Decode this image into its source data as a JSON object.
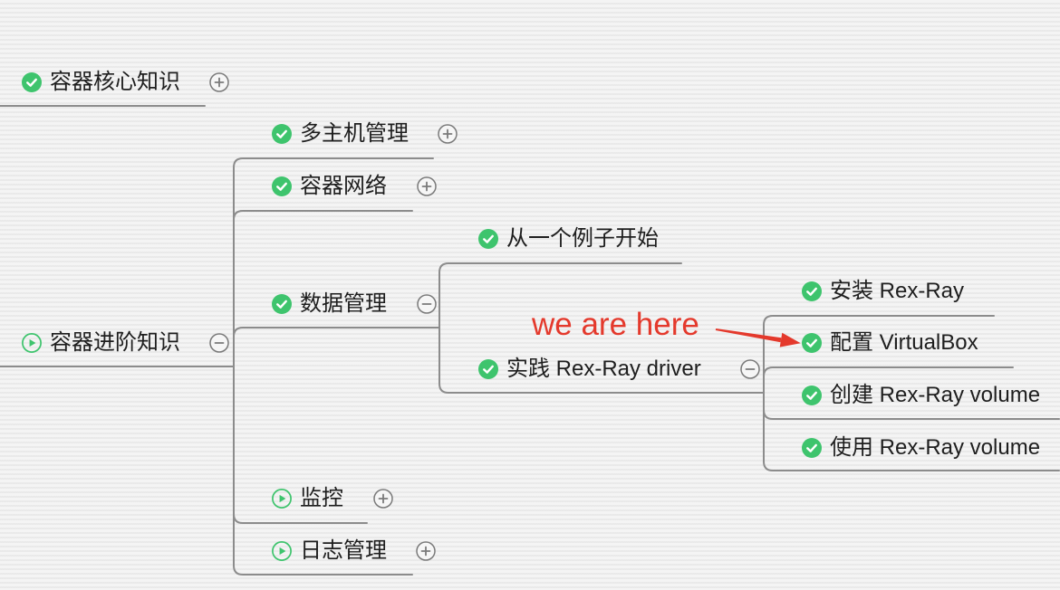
{
  "mindmap": {
    "topics": [
      {
        "label": "容器核心知识",
        "icon": "check-circle-icon",
        "toggle": "plus-circle-icon"
      },
      {
        "label": "容器进阶知识",
        "icon": "play-circle-icon",
        "toggle": "minus-circle-icon",
        "children": [
          {
            "label": "多主机管理",
            "icon": "check-circle-icon",
            "toggle": "plus-circle-icon"
          },
          {
            "label": "容器网络",
            "icon": "check-circle-icon",
            "toggle": "plus-circle-icon"
          },
          {
            "label": "数据管理",
            "icon": "check-circle-icon",
            "toggle": "minus-circle-icon",
            "children": [
              {
                "label": "从一个例子开始",
                "icon": "check-circle-icon"
              },
              {
                "label": "实践 Rex-Ray driver",
                "icon": "check-circle-icon",
                "toggle": "minus-circle-icon",
                "children": [
                  {
                    "label": "安装 Rex-Ray",
                    "icon": "check-circle-icon"
                  },
                  {
                    "label": "配置 VirtualBox",
                    "icon": "check-circle-icon"
                  },
                  {
                    "label": "创建 Rex-Ray volume",
                    "icon": "check-circle-icon"
                  },
                  {
                    "label": "使用 Rex-Ray volume",
                    "icon": "check-circle-icon"
                  }
                ]
              }
            ]
          },
          {
            "label": "监控",
            "icon": "play-circle-icon",
            "toggle": "plus-circle-icon"
          },
          {
            "label": "日志管理",
            "icon": "play-circle-icon",
            "toggle": "plus-circle-icon"
          }
        ]
      }
    ]
  },
  "annotation": {
    "text": "we are here",
    "arrow": "annotation-arrow-icon"
  },
  "colors": {
    "task_icon": "#3ec46d",
    "branch_line": "#8c8c8c",
    "toggle": "#7a7a7a",
    "text": "#1e1e1e",
    "annotation": "#e4392c",
    "background": "#efefef"
  }
}
